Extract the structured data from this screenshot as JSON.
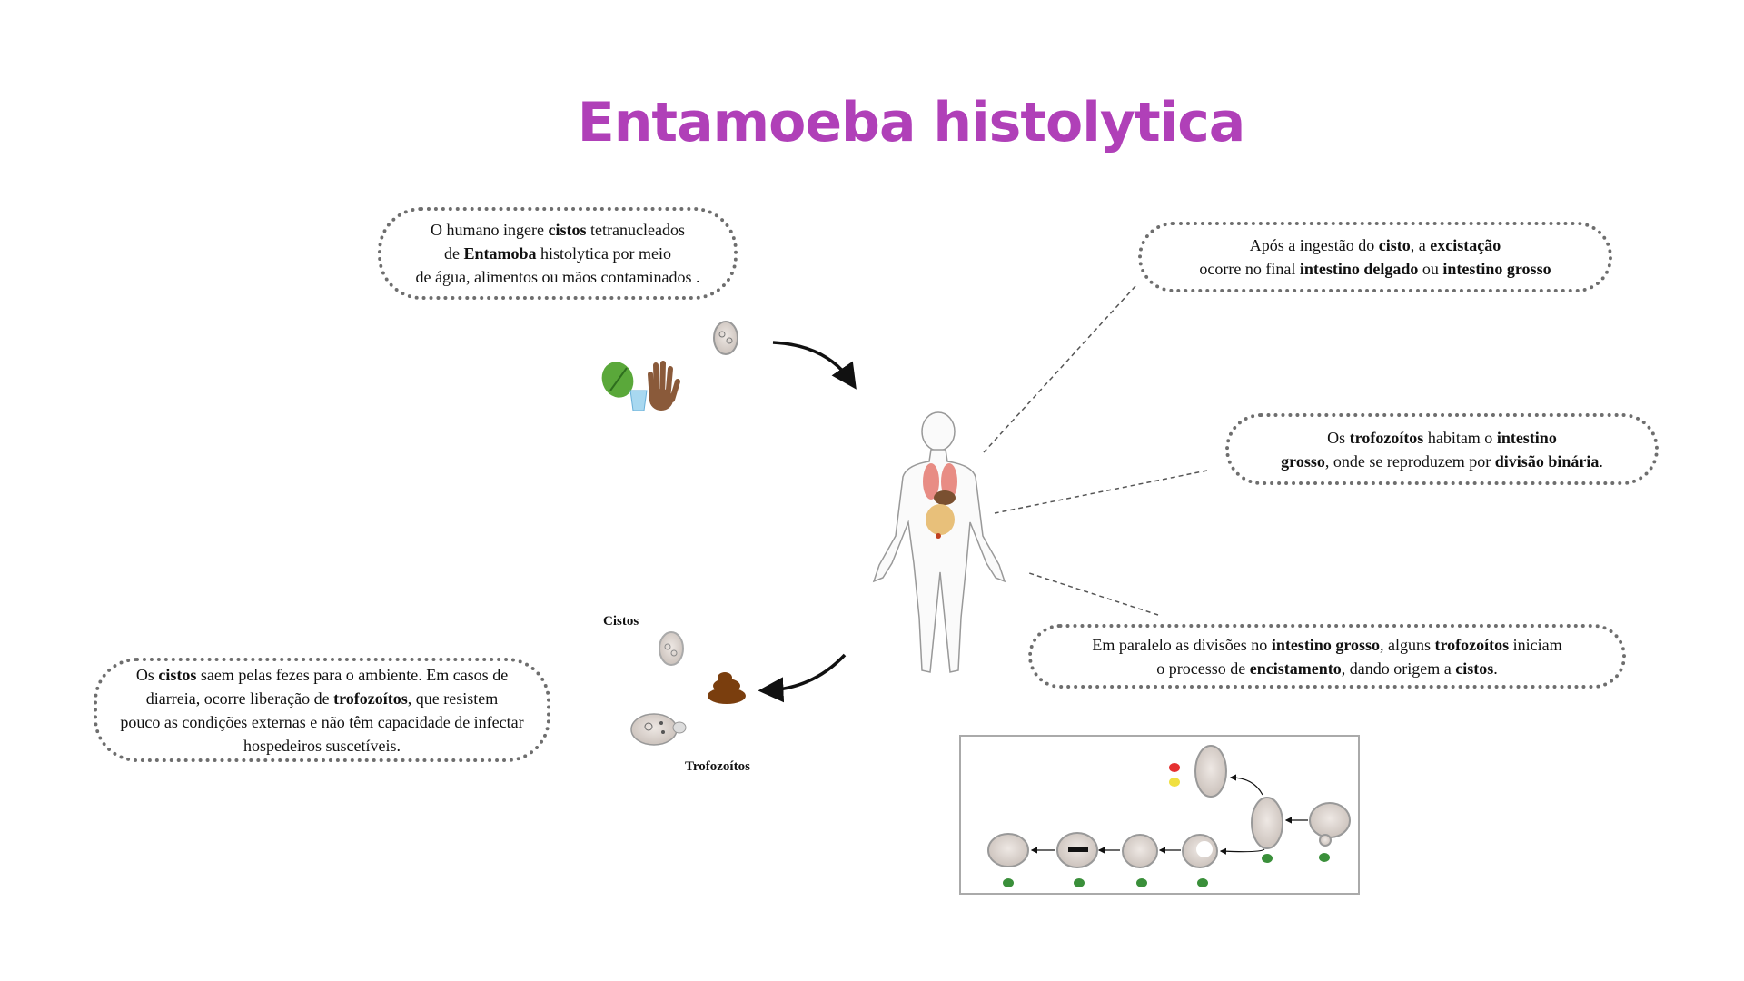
{
  "title": "Entamoeba histolytica",
  "bubbles": {
    "ingestion": {
      "l1a": "O humano ingere ",
      "l1b": "cistos",
      "l1c": " tetranucleados",
      "l2a": "de ",
      "l2b": "Entamoba",
      "l2c": " histolytica por meio",
      "l3": "de água, alimentos ou mãos contaminados ."
    },
    "excystation": {
      "l1a": "Após a ingestão do ",
      "l1b": "cisto",
      "l1c": ", a ",
      "l1d": "excistação",
      "l2a": "ocorre no final ",
      "l2b": "intestino delgado",
      "l2c": " ou ",
      "l2d": "intestino grosso"
    },
    "trophozoites": {
      "l1a": "Os ",
      "l1b": "trofozoítos",
      "l1c": " habitam o ",
      "l1d": "intestino",
      "l2a": "grosso",
      "l2b": ", onde se reproduzem por ",
      "l2c": "divisão binária",
      "l2d": "."
    },
    "encystation": {
      "l1a": "Em paralelo as divisões no ",
      "l1b": "intestino grosso",
      "l1c": ", alguns ",
      "l1d": "trofozoítos",
      "l1e": " iniciam",
      "l2a": "o processo de ",
      "l2b": "encistamento",
      "l2c": ", dando origem a ",
      "l2d": "cistos",
      "l2e": "."
    },
    "excretion": {
      "l1a": "Os ",
      "l1b": "cistos",
      "l1c": " saem pelas fezes para o ambiente. Em casos de",
      "l2a": "diarreia, ocorre liberação de ",
      "l2b": "trofozoítos",
      "l2c": ", que resistem",
      "l3": "pouco as condições externas e não têm capacidade de infectar",
      "l4": "hospedeiros suscetíveis."
    }
  },
  "labels": {
    "cysts": "Cistos",
    "trophozoites": "Trofozoítos"
  },
  "colors": {
    "title": "#b040b8",
    "border": "#6e6e6e",
    "green": "#3a8f3a",
    "red": "#e53030",
    "yellow": "#f0e040"
  },
  "icons": [
    "cyst-icon",
    "spinach-icon",
    "water-glass-icon",
    "hand-icon",
    "human-body-icon",
    "feces-icon",
    "trophozoite-icon"
  ]
}
